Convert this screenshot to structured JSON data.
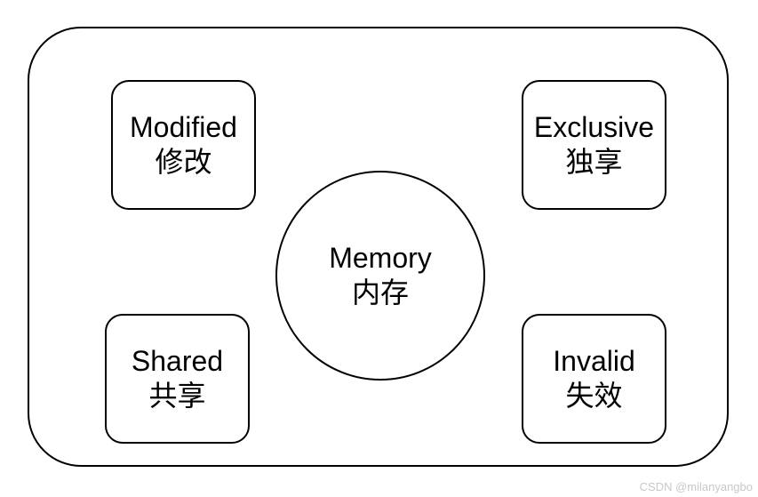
{
  "diagram": {
    "memory": {
      "en": "Memory",
      "zh": "内存"
    },
    "states": {
      "modified": {
        "en": "Modified",
        "zh": "修改"
      },
      "exclusive": {
        "en": "Exclusive",
        "zh": "独享"
      },
      "shared": {
        "en": "Shared",
        "zh": "共享"
      },
      "invalid": {
        "en": "Invalid",
        "zh": "失效"
      }
    }
  },
  "watermark": "CSDN @milanyangbo",
  "colors": {
    "stroke": "#000000",
    "background": "#ffffff",
    "watermark": "#c8c8c8"
  }
}
